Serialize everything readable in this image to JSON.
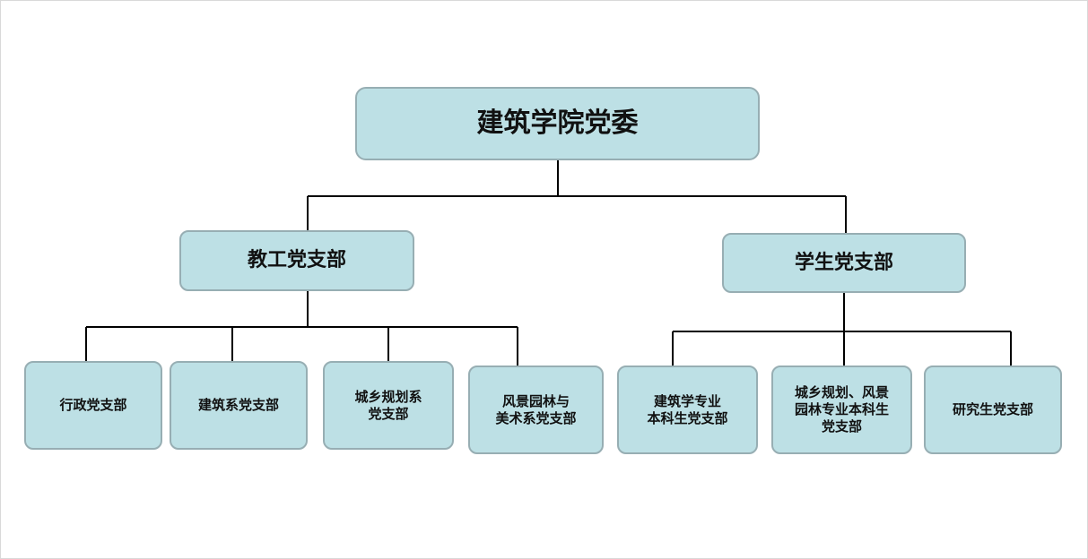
{
  "diagram": {
    "root": {
      "label": "建筑学院党委"
    },
    "branches": [
      {
        "label": "教工党支部",
        "children": [
          {
            "label": "行政党支部"
          },
          {
            "label": "建筑系党支部"
          },
          {
            "label": "城乡规划系\n党支部"
          },
          {
            "label": "风景园林与\n美术系党支部"
          }
        ]
      },
      {
        "label": "学生党支部",
        "children": [
          {
            "label": "建筑学专业\n本科生党支部"
          },
          {
            "label": "城乡规划、风景\n园林专业本科生\n党支部"
          },
          {
            "label": "研究生党支部"
          }
        ]
      }
    ],
    "colors": {
      "node_fill": "#bde0e5",
      "node_border": "#97aeb3",
      "connector": "#000000"
    }
  }
}
